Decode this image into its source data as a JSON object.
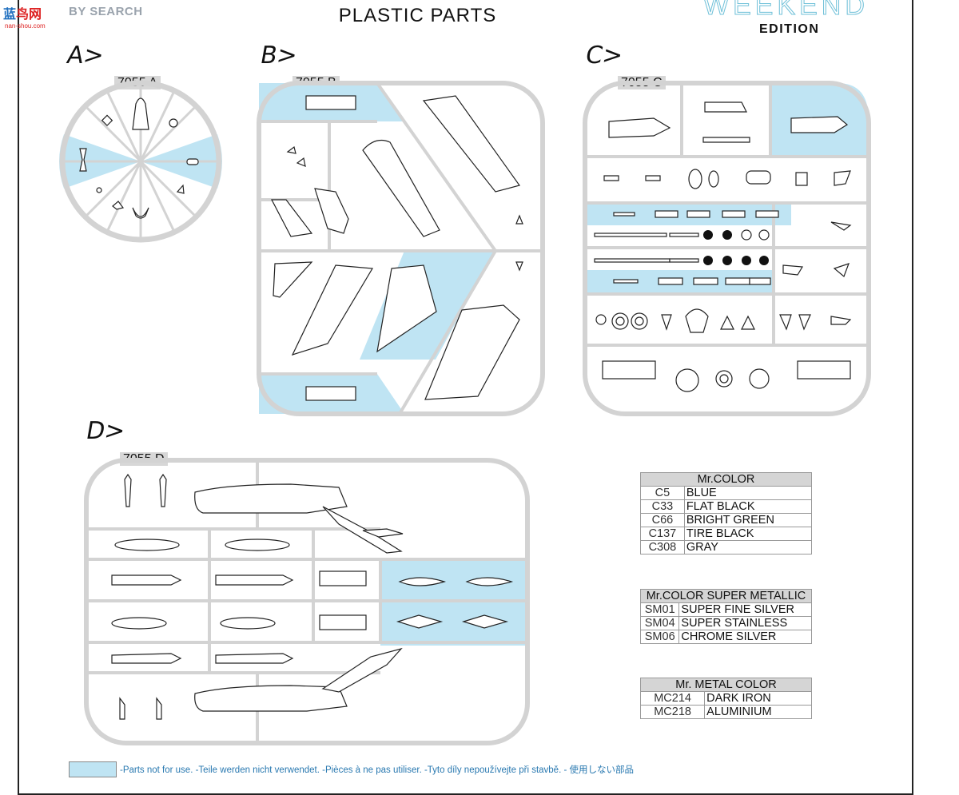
{
  "watermark": {
    "logo_a": "蓝",
    "logo_b": "鸟网",
    "search": "BY SEARCH",
    "url": "nan-shou.com"
  },
  "header": {
    "title": "PLASTIC PARTS",
    "brand_line1": "WEEKEND",
    "brand_line2": "EDITION"
  },
  "sections": [
    {
      "letter": "A>",
      "sprue": "7055 A"
    },
    {
      "letter": "B>",
      "sprue": "7055 B"
    },
    {
      "letter": "C>",
      "sprue": "7055 C"
    },
    {
      "letter": "D>",
      "sprue": "7055 D"
    }
  ],
  "color_tables": [
    {
      "title": "Mr.COLOR",
      "rows": [
        {
          "code": "C5",
          "name": "BLUE"
        },
        {
          "code": "C33",
          "name": "FLAT BLACK"
        },
        {
          "code": "C66",
          "name": "BRIGHT GREEN"
        },
        {
          "code": "C137",
          "name": "TIRE BLACK"
        },
        {
          "code": "C308",
          "name": "GRAY"
        }
      ]
    },
    {
      "title": "Mr.COLOR SUPER METALLIC",
      "rows": [
        {
          "code": "SM01",
          "name": "SUPER FINE SILVER"
        },
        {
          "code": "SM04",
          "name": "SUPER STAINLESS"
        },
        {
          "code": "SM06",
          "name": "CHROME SILVER"
        }
      ]
    },
    {
      "title": "Mr. METAL COLOR",
      "rows": [
        {
          "code": "MC214",
          "name": "DARK IRON"
        },
        {
          "code": "MC218",
          "name": "ALUMINIUM"
        }
      ]
    }
  ],
  "legend": {
    "text": "-Parts not for use. -Teile werden nicht verwendet. -Pièces à ne pas utiliser. -Tyto díly nepoužívejte při stavbě. -  使用しない部品"
  },
  "colors": {
    "unused_fill": "#bfe4f3",
    "sprue_gray": "#d3d3d3",
    "brand_cyan": "#6fc0d8"
  }
}
